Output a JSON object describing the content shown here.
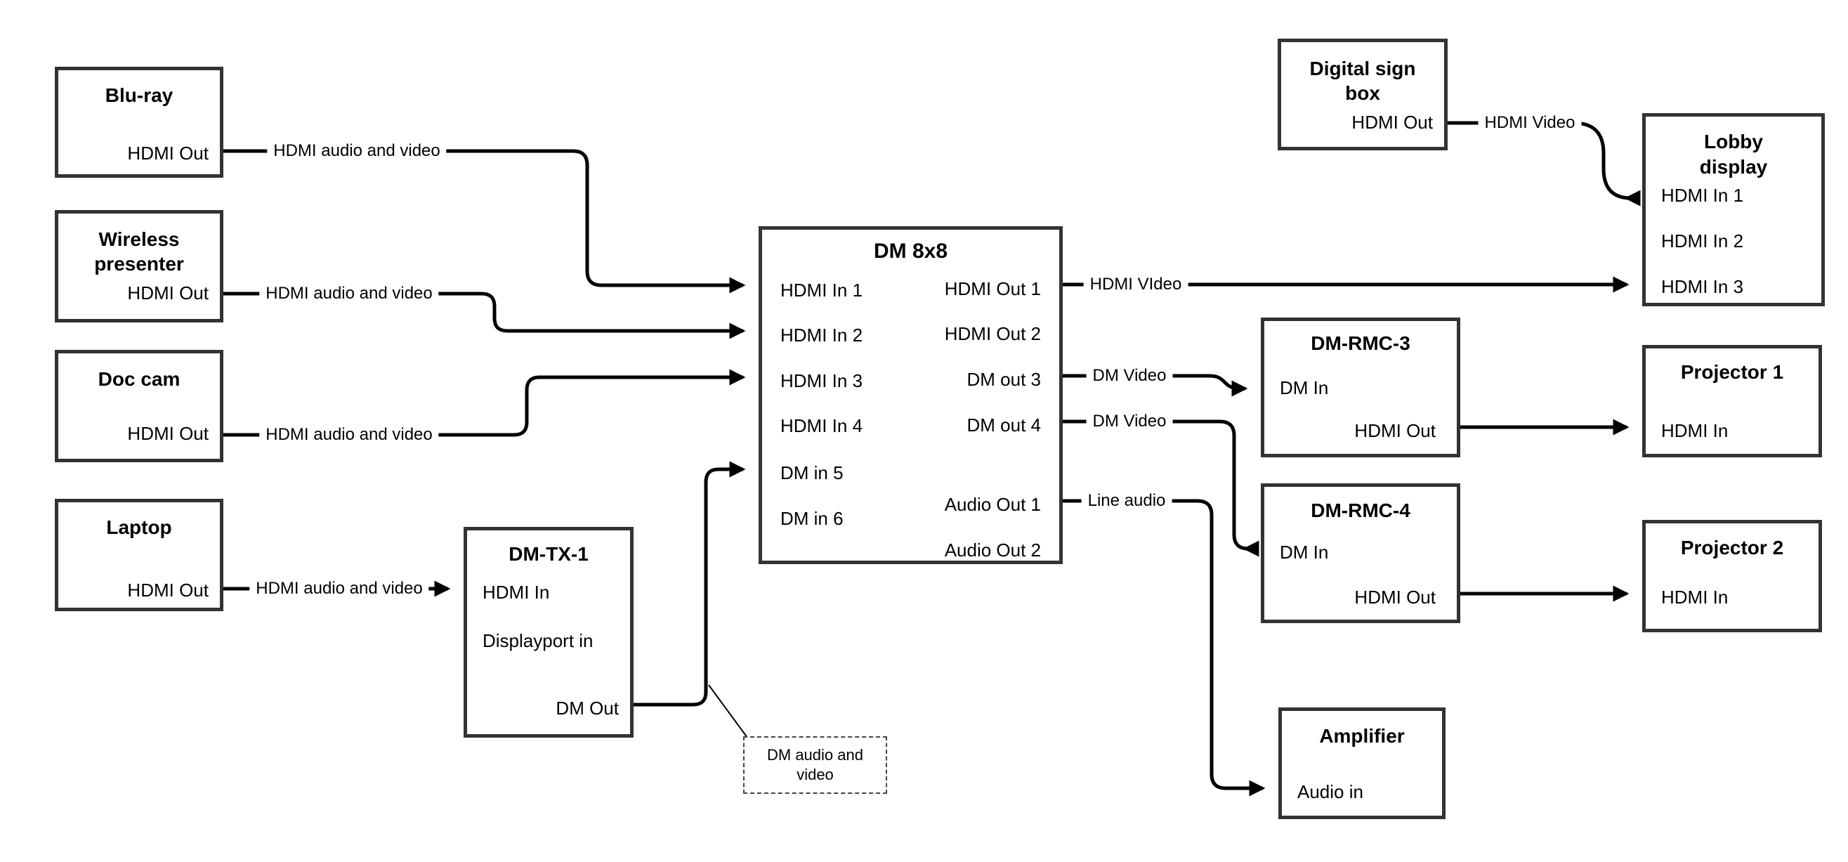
{
  "diagram": {
    "colors": {
      "background": "#ffffff",
      "wire": "#000000",
      "box_border": "#333333",
      "text": "#000000"
    },
    "nodes": {
      "blu_ray": {
        "title": "Blu-ray",
        "port_hdmi_out": "HDMI Out"
      },
      "wireless_presenter": {
        "title_line1": "Wireless",
        "title_line2": "presenter",
        "port_hdmi_out": "HDMI Out"
      },
      "doc_cam": {
        "title": "Doc cam",
        "port_hdmi_out": "HDMI Out"
      },
      "laptop": {
        "title": "Laptop",
        "port_hdmi_out": "HDMI Out"
      },
      "dm_tx_1": {
        "title": "DM-TX-1",
        "port_hdmi_in": "HDMI In",
        "port_displayport_in": "Displayport in",
        "port_dm_out": "DM Out"
      },
      "dm_8x8": {
        "title": "DM 8x8",
        "inputs": [
          "HDMI In 1",
          "HDMI In 2",
          "HDMI In 3",
          "HDMI In 4",
          "DM in 5",
          "DM in 6"
        ],
        "outputs": [
          "HDMI Out 1",
          "HDMI Out 2",
          "DM out 3",
          "DM out 4",
          "Audio Out 1",
          "Audio Out 2"
        ]
      },
      "digital_sign_box": {
        "title_line1": "Digital sign",
        "title_line2": "box",
        "port_hdmi_out": "HDMI Out"
      },
      "lobby_display": {
        "title_line1": "Lobby",
        "title_line2": "display",
        "inputs": [
          "HDMI In 1",
          "HDMI In 2",
          "HDMI In 3"
        ]
      },
      "dm_rmc_3": {
        "title": "DM-RMC-3",
        "port_dm_in": "DM In",
        "port_hdmi_out": "HDMI Out"
      },
      "projector_1": {
        "title": "Projector 1",
        "port_hdmi_in": "HDMI In"
      },
      "dm_rmc_4": {
        "title": "DM-RMC-4",
        "port_dm_in": "DM In",
        "port_hdmi_out": "HDMI Out"
      },
      "projector_2": {
        "title": "Projector 2",
        "port_hdmi_in": "HDMI In"
      },
      "amplifier": {
        "title": "Amplifier",
        "port_audio_in": "Audio in"
      }
    },
    "wire_labels": {
      "blu_ray_wire": "HDMI audio and video",
      "wireless_wire": "HDMI audio and video",
      "doc_cam_wire": "HDMI audio and video",
      "laptop_wire": "HDMI audio and video",
      "hdmi_out1_wire": "HDMI VIdeo",
      "dm_out3_wire": "DM Video",
      "dm_out4_wire": "DM Video",
      "audio_out1_wire": "Line audio",
      "digital_sign_wire": "HDMI Video"
    },
    "note": {
      "line1": "DM audio and",
      "line2": "video"
    }
  }
}
